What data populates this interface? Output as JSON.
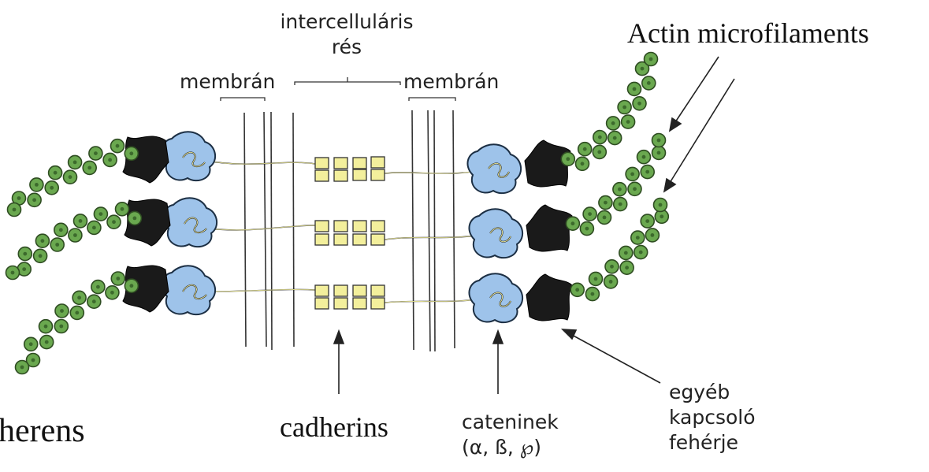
{
  "labels": {
    "intercellular_1": "intercelluláris",
    "intercellular_2": "rés",
    "membrane_left": "membrán",
    "membrane_right": "membrán",
    "actin": "Actin microfilaments",
    "cadherins": "cadherins",
    "catenins_1": "cateninek",
    "catenins_2": "(α, ß, ℘)",
    "other_1": "egyéb",
    "other_2": "kapcsoló",
    "other_3": "fehérje",
    "adherens": "herens"
  },
  "colors": {
    "actin_green": "#6aa84f",
    "catenin_blue": "#9ec3ea",
    "linker_black": "#1a1a1a",
    "cadherin_yellow": "#f3ef9c",
    "line": "#333333"
  }
}
